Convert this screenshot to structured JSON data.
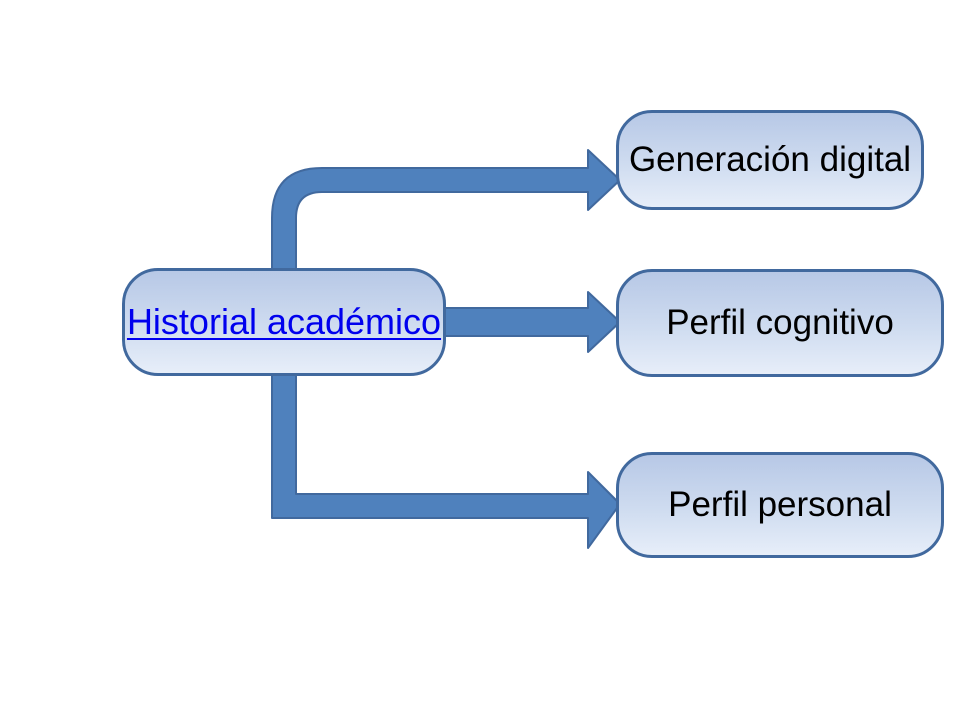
{
  "diagram": {
    "source_node": {
      "label": "Historial académico",
      "is_link": true
    },
    "target_nodes": [
      {
        "label": "Generación digital"
      },
      {
        "label": "Perfil cognitivo"
      },
      {
        "label": "Perfil personal"
      }
    ],
    "colors": {
      "arrow_fill": "#4f81bd",
      "arrow_stroke": "#41699e",
      "node_border": "#41699e",
      "node_gradient_top": "#b7c8e6",
      "node_gradient_bottom": "#e7eef9",
      "link_text": "#0000ee",
      "text": "#000000"
    }
  }
}
